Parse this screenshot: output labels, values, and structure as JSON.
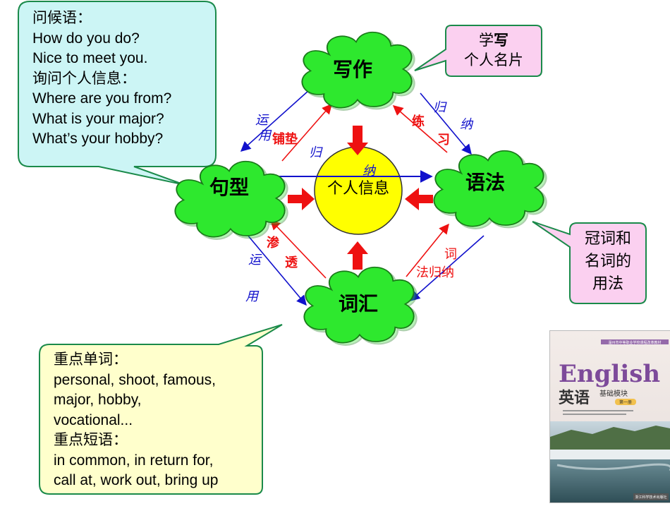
{
  "colors": {
    "cloud_fill": "#2ee82e",
    "cloud_stroke": "#1a7a1a",
    "center_fill": "#ffff00",
    "red_arrow": "#ee1111",
    "blue_arrow": "#1111cc",
    "callout_cyan": "#ccf5f5",
    "callout_yellow": "#ffffcc",
    "callout_pink": "#fbd0f0",
    "callout_border": "#1a8a4a"
  },
  "nodes": {
    "writing": "写作",
    "sentence": "句型",
    "grammar": "语法",
    "vocabulary": "词汇",
    "center": "个人信息"
  },
  "arrow_labels": {
    "yun": "运",
    "yong": "用",
    "pu_dian": "铺垫",
    "gui": "归",
    "na": "纳",
    "lian": "练",
    "xi": "习",
    "shen": "渗",
    "tou": "透",
    "ci": "词",
    "fa_gui_na": "法归纳"
  },
  "callouts": {
    "greetings": {
      "lines": [
        "问候语：",
        "How do you do?",
        "Nice to meet you.",
        "询问个人信息：",
        "Where are you from?",
        "What is your major?",
        "What’s your hobby?"
      ]
    },
    "write_card": {
      "prefix": "学",
      "bold": "写",
      "line2": "个人名片"
    },
    "grammar_note": {
      "lines": [
        "冠词和",
        "名词的",
        "用法"
      ]
    },
    "vocab": {
      "lines": [
        "重点单词：",
        "personal, shoot, famous,",
        "major, hobby,",
        "vocational...",
        "重点短语：",
        "in common, in return for,",
        "call at, work out, bring up"
      ]
    }
  },
  "book": {
    "top_line": "温州市中等职业学校课程改革教材",
    "title_en": "English",
    "title_cn": "英语",
    "subtitle": "基础模块",
    "volume": "第一册",
    "publisher": "浙江科学技术出版社"
  }
}
